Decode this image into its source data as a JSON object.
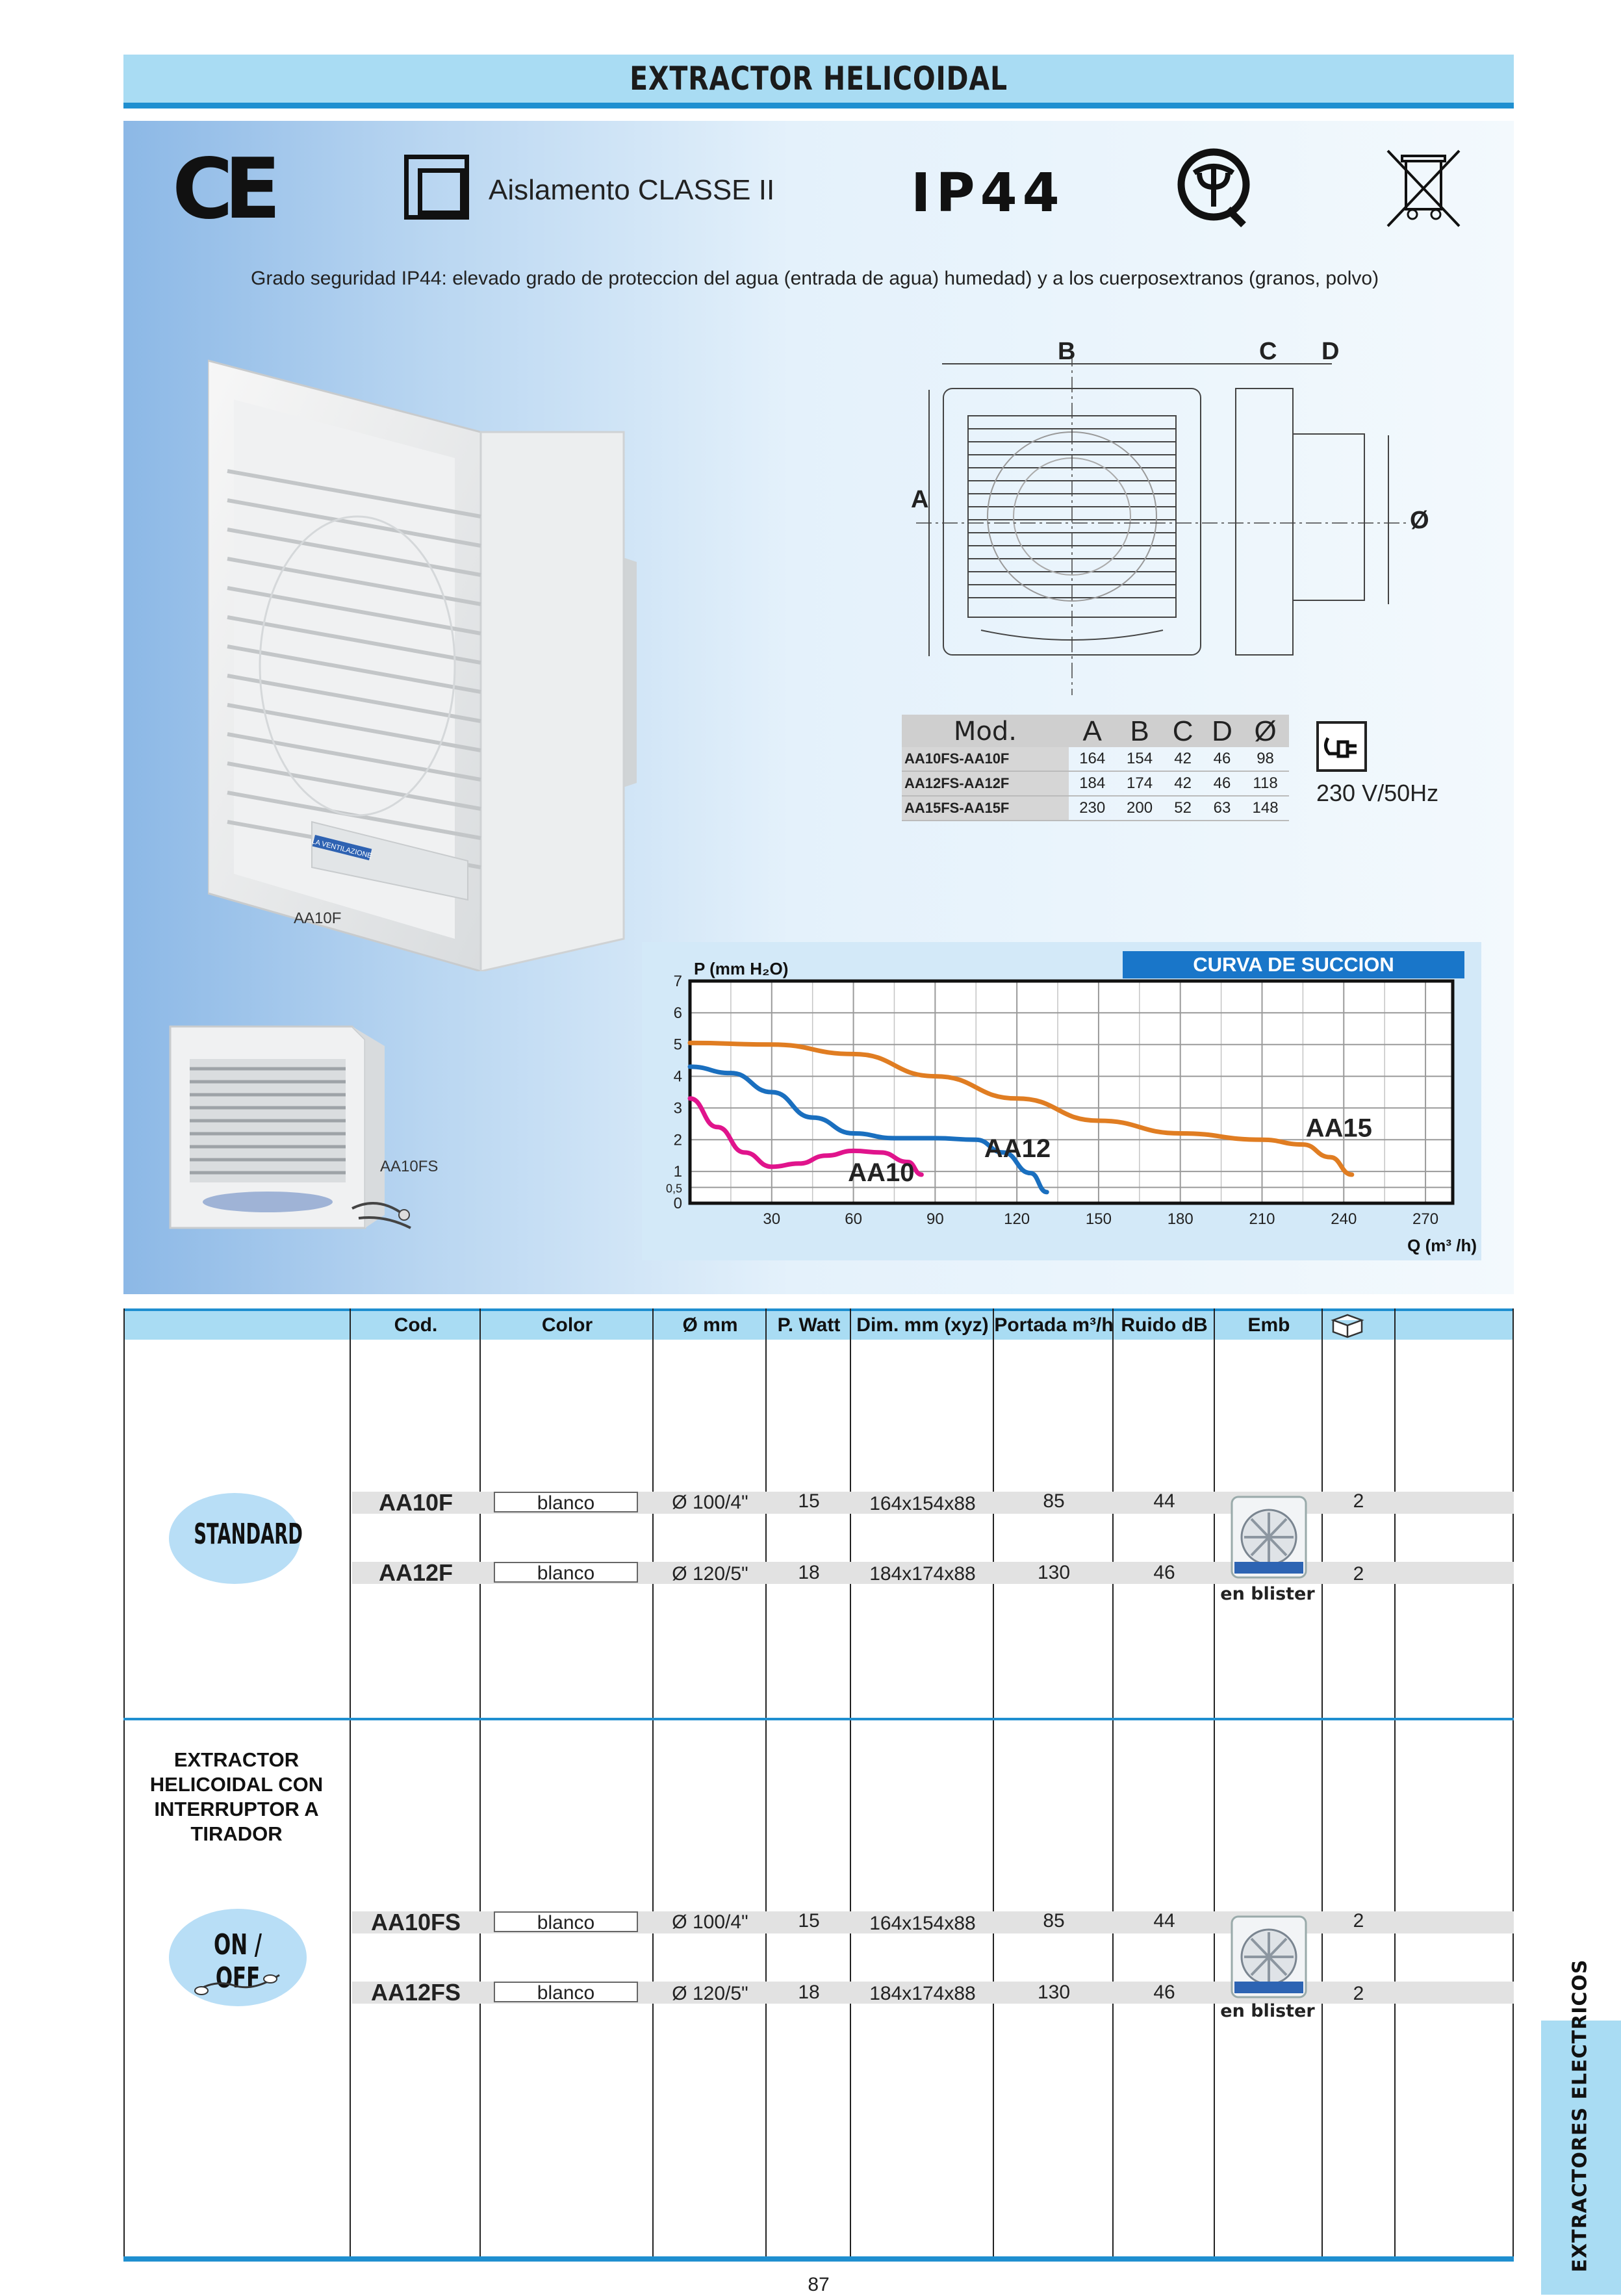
{
  "title": "EXTRACTOR HELICOIDAL",
  "certifications": {
    "ce": "CE",
    "classe_label": "Aislamento CLASSE II",
    "ip": "IP44",
    "imq_icon": "imq-quality-mark-icon",
    "weee_icon": "crossed-bin-icon"
  },
  "safety_note": "Grado seguridad IP44: elevado grado de proteccion del agua (entrada de agua) humedad) y a los cuerposextranos (granos, polvo)",
  "products": {
    "big_caption": "AA10F",
    "small_caption": "AA10FS",
    "brand_strip": "LA VENTILAZIONE"
  },
  "drawing_labels": {
    "a": "A",
    "b": "B",
    "c": "C",
    "d": "D",
    "diameter": "Ø"
  },
  "dimensions": {
    "headers": [
      "Mod.",
      "A",
      "B",
      "C",
      "D",
      "Ø"
    ],
    "rows": [
      [
        "AA10FS-AA10F",
        "164",
        "154",
        "42",
        "46",
        "98"
      ],
      [
        "AA12FS-AA12F",
        "184",
        "174",
        "42",
        "46",
        "118"
      ],
      [
        "AA15FS-AA15F",
        "230",
        "200",
        "52",
        "63",
        "148"
      ]
    ]
  },
  "power": {
    "icon": "plug-icon",
    "voltage": "230 V/50Hz"
  },
  "chart_data": {
    "type": "line",
    "title": "CURVA DE SUCCION",
    "ylabel": "P (mm H₂O)",
    "xlabel": "Q (m³ /h)",
    "xlim": [
      0,
      280
    ],
    "ylim": [
      0,
      7
    ],
    "x_ticks": [
      "30",
      "60",
      "90",
      "120",
      "150",
      "180",
      "210",
      "240",
      "270"
    ],
    "y_ticks": [
      "0",
      "0,5",
      "1",
      "2",
      "3",
      "4",
      "5",
      "6",
      "7"
    ],
    "grid": true,
    "series": [
      {
        "name": "AA10",
        "color": "#e0148c",
        "x": [
          0,
          10,
          20,
          30,
          40,
          50,
          60,
          70,
          80,
          85
        ],
        "y": [
          3.3,
          2.4,
          1.6,
          1.15,
          1.25,
          1.5,
          1.65,
          1.6,
          1.3,
          0.9
        ]
      },
      {
        "name": "AA12",
        "color": "#1a6fbf",
        "x": [
          0,
          15,
          30,
          45,
          60,
          75,
          90,
          105,
          115,
          125,
          131
        ],
        "y": [
          4.3,
          4.1,
          3.5,
          2.7,
          2.2,
          2.05,
          2.05,
          2.0,
          1.6,
          0.95,
          0.35
        ]
      },
      {
        "name": "AA15",
        "color": "#e07d22",
        "x": [
          0,
          30,
          60,
          90,
          120,
          150,
          180,
          210,
          225,
          235,
          243
        ],
        "y": [
          5.05,
          5.0,
          4.7,
          4.0,
          3.3,
          2.6,
          2.2,
          2.0,
          1.85,
          1.45,
          0.9
        ]
      }
    ]
  },
  "table": {
    "headers": [
      "Cod.",
      "Color",
      "Ø mm",
      "P. Watt",
      "Dim. mm (xyz)",
      "Portada m³/h",
      "Ruido dB",
      "Emb"
    ],
    "box_icon": "box-icon",
    "sections": [
      {
        "badge": "STANDARD",
        "title": "",
        "rows": [
          {
            "code": "AA10F",
            "color": "blanco",
            "diameter": "Ø 100/4\"",
            "watt": "15",
            "dim": "164x154x88",
            "flow": "85",
            "noise": "44",
            "qty": "2"
          },
          {
            "code": "AA12F",
            "color": "blanco",
            "diameter": "Ø 120/5\"",
            "watt": "18",
            "dim": "184x174x88",
            "flow": "130",
            "noise": "46",
            "qty": "2"
          }
        ],
        "pack_label": "en blister"
      },
      {
        "badge": "ON / OFF",
        "title": "EXTRACTOR HELICOIDAL CON INTERRUPTOR A TIRADOR",
        "rows": [
          {
            "code": "AA10FS",
            "color": "blanco",
            "diameter": "Ø 100/4\"",
            "watt": "15",
            "dim": "164x154x88",
            "flow": "85",
            "noise": "44",
            "qty": "2"
          },
          {
            "code": "AA12FS",
            "color": "blanco",
            "diameter": "Ø 120/5\"",
            "watt": "18",
            "dim": "184x174x88",
            "flow": "130",
            "noise": "46",
            "qty": "2"
          }
        ],
        "pack_label": "en blister"
      }
    ]
  },
  "side_tab": "EXTRACTORES ELECTRICOS",
  "page_number": "87"
}
